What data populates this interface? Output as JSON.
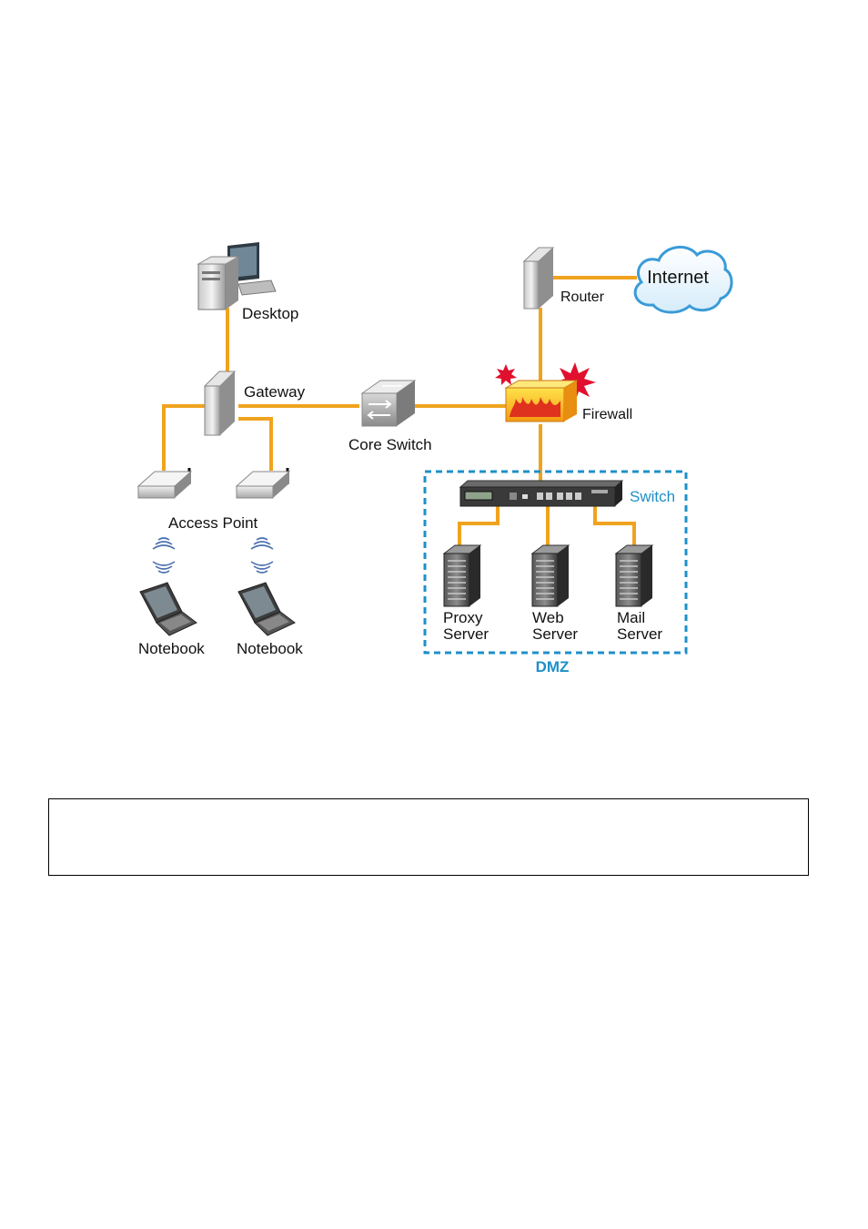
{
  "diagram": {
    "labels": {
      "desktop": "Desktop",
      "router": "Router",
      "internet": "Internet",
      "gateway": "Gateway",
      "core_switch": "Core Switch",
      "firewall": "Firewall",
      "access_point": "Access Point",
      "notebook_1": "Notebook",
      "notebook_2": "Notebook",
      "switch": "Switch",
      "proxy_server_1": "Proxy",
      "proxy_server_2": "Server",
      "web_server_1": "Web",
      "web_server_2": "Server",
      "mail_server_1": "Mail",
      "mail_server_2": "Server",
      "dmz": "DMZ"
    },
    "colors": {
      "link": "#F0A31E",
      "dmz": "#1E90C8",
      "cloud": "#3A9BD8",
      "firewall_fill": "#F7C020",
      "firewall_flame": "#E0301E",
      "starburst": "#E0102E"
    },
    "icons": [
      "desktop-icon",
      "router-icon",
      "internet-cloud-icon",
      "gateway-icon",
      "core-switch-icon",
      "firewall-icon",
      "access-point-icon",
      "notebook-icon",
      "switch-icon",
      "server-icon",
      "wifi-signal-icon"
    ]
  }
}
